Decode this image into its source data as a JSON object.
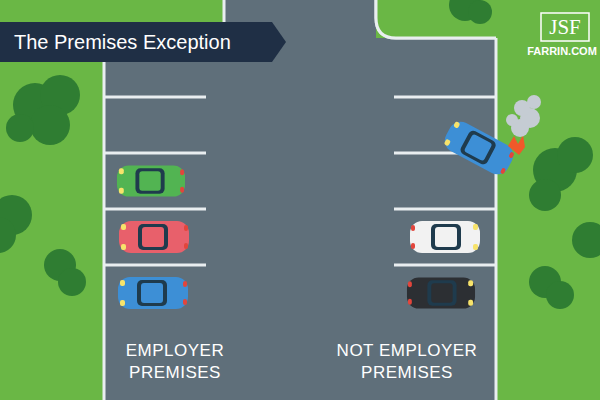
{
  "diagram": {
    "title": "The Premises Exception",
    "labels": [
      "JSF",
      "FARRIN.COM",
      "EMPLOYER PREMISES",
      "NOT EMPLOYER PREMISES"
    ]
  }
}
